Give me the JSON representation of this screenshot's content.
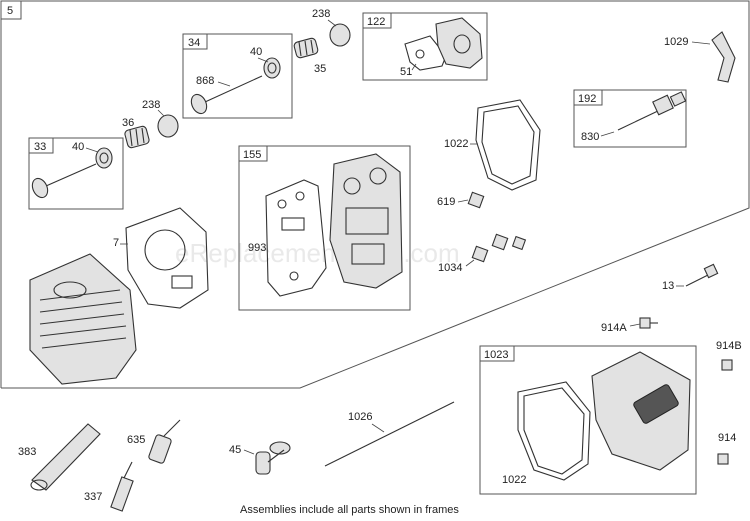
{
  "diagram": {
    "sheet_number": "5",
    "watermark": "eReplacementParts.com",
    "caption": "Assemblies include all parts shown in frames",
    "frames": [
      {
        "id": "34",
        "label": "34"
      },
      {
        "id": "122",
        "label": "122"
      },
      {
        "id": "33",
        "label": "33"
      },
      {
        "id": "155",
        "label": "155"
      },
      {
        "id": "192",
        "label": "192"
      },
      {
        "id": "1023",
        "label": "1023"
      }
    ],
    "part_labels": {
      "p238a": "238",
      "p35": "35",
      "p40a": "40",
      "p868": "868",
      "p51": "51",
      "p1029": "1029",
      "p238b": "238",
      "p36": "36",
      "p40b": "40",
      "p830": "830",
      "p1022a": "1022",
      "p7": "7",
      "p993": "993",
      "p619": "619",
      "p1034": "1034",
      "p13": "13",
      "p914a": "914A",
      "p914b": "914B",
      "p914": "914",
      "p1022b": "1022",
      "p1026": "1026",
      "p383": "383",
      "p635": "635",
      "p45": "45",
      "p337": "337"
    }
  }
}
